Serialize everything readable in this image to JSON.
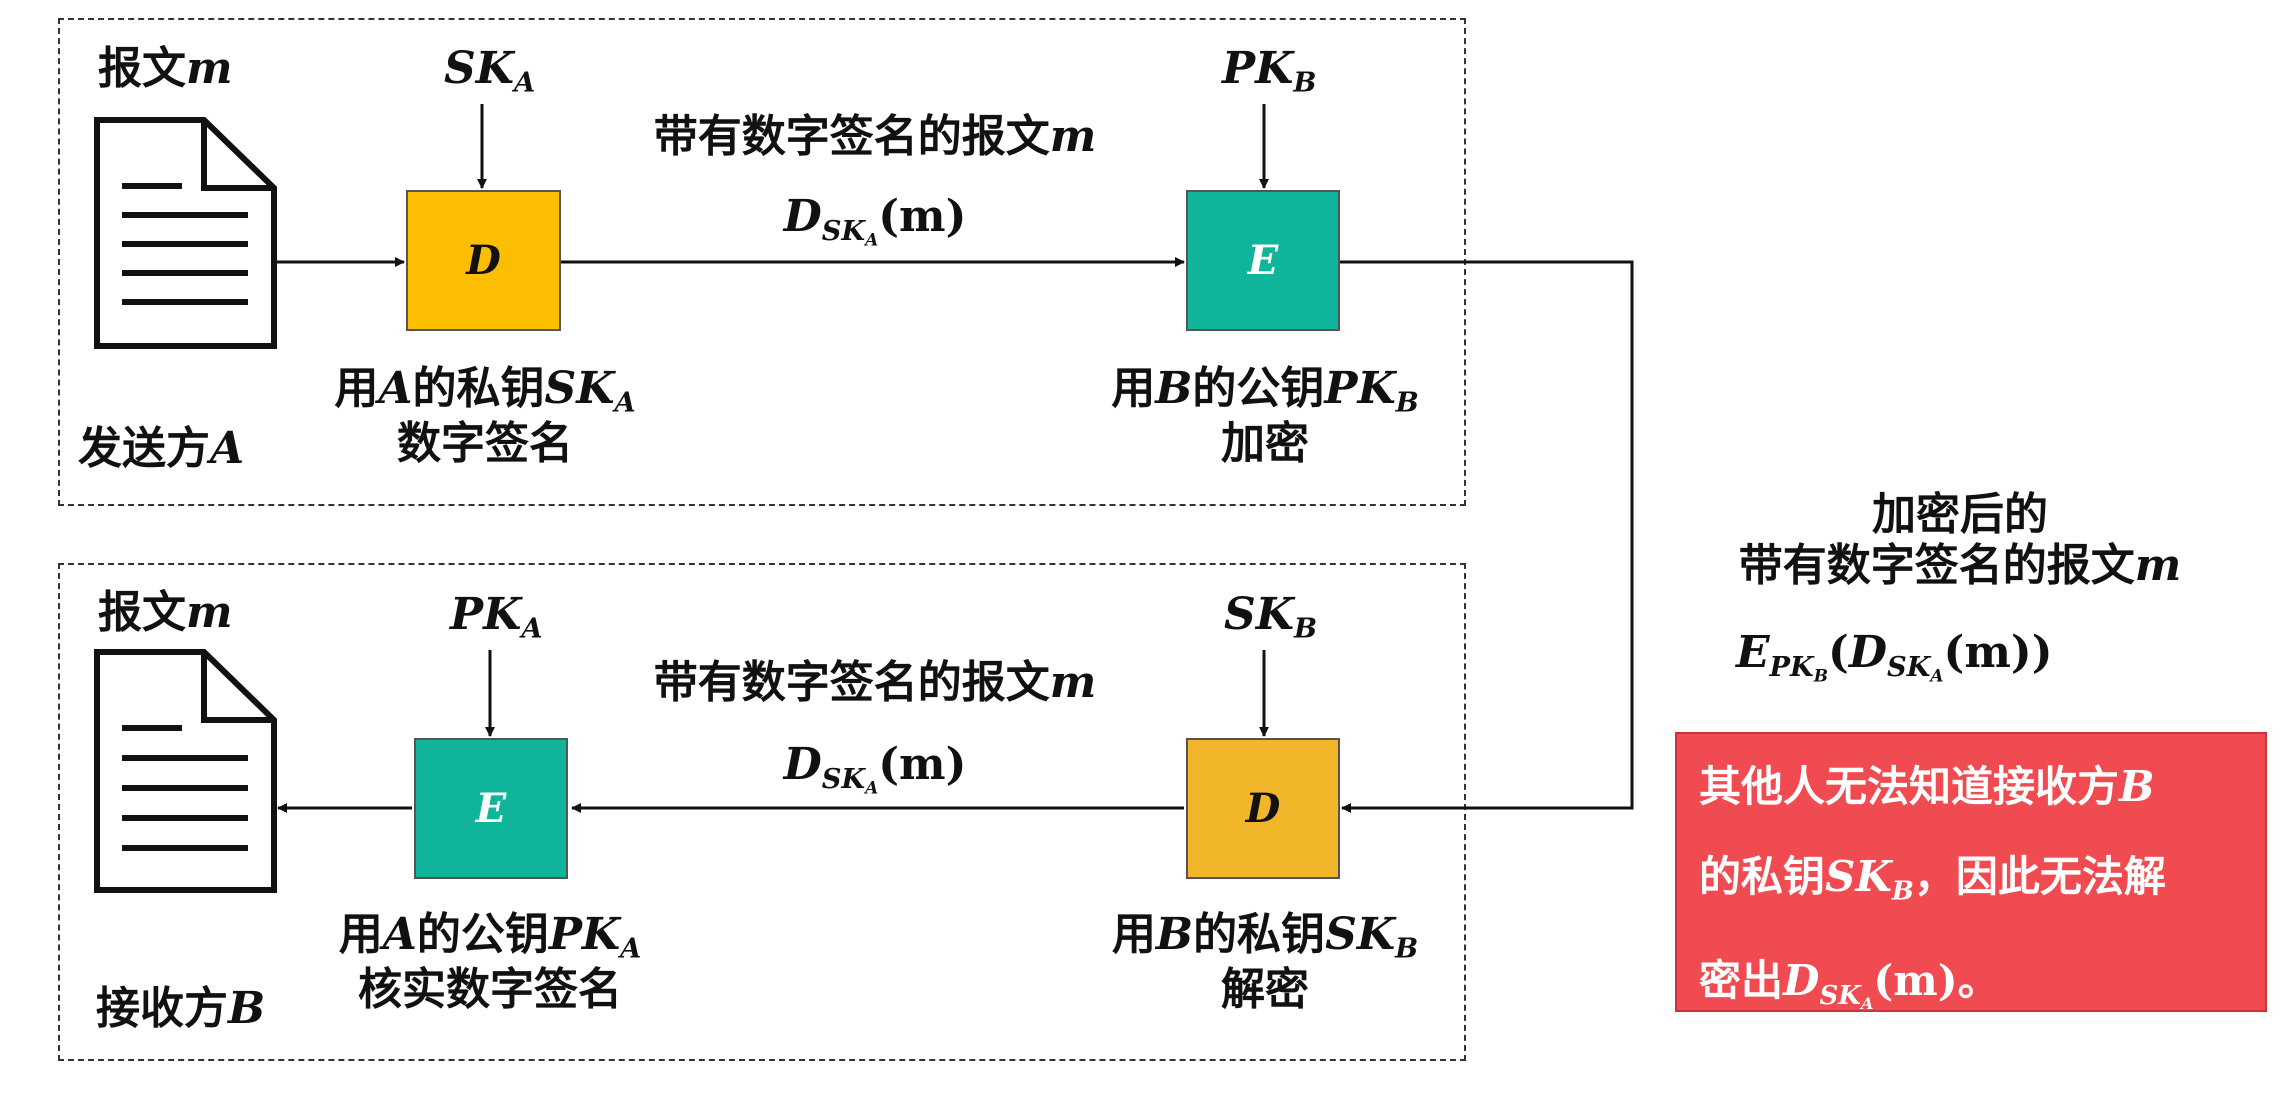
{
  "sender": {
    "doc_label": "报文",
    "doc_var": "m",
    "zone_label": "发送方",
    "zone_var": "A",
    "key_sign": {
      "main": "SK",
      "sub": "A"
    },
    "key_encrypt": {
      "main": "PK",
      "sub": "B"
    },
    "box_sign": "D",
    "box_encrypt": "E",
    "caption_sign": {
      "prefix": "用",
      "party": "A",
      "middle": "的私钥",
      "key": "SK",
      "key_sub": "A",
      "line2": "数字签名"
    },
    "caption_encrypt": {
      "prefix": "用",
      "party": "B",
      "middle": "的公钥",
      "key": "PK",
      "key_sub": "B",
      "line2": "加密"
    },
    "arrow_label": {
      "text": "带有数字签名的报文",
      "var": "m"
    },
    "arrow_formula": {
      "D": "D",
      "sk": "SK",
      "sk_sub": "A",
      "arg": "(m)"
    }
  },
  "receiver": {
    "doc_label": "报文",
    "doc_var": "m",
    "zone_label": "接收方",
    "zone_var": "B",
    "key_verify": {
      "main": "PK",
      "sub": "A"
    },
    "key_decrypt": {
      "main": "SK",
      "sub": "B"
    },
    "box_verify": "E",
    "box_decrypt": "D",
    "caption_verify": {
      "prefix": "用",
      "party": "A",
      "middle": "的公钥",
      "key": "PK",
      "key_sub": "A",
      "line2": "核实数字签名"
    },
    "caption_decrypt": {
      "prefix": "用",
      "party": "B",
      "middle": "的私钥",
      "key": "SK",
      "key_sub": "B",
      "line2": "解密"
    },
    "arrow_label": {
      "text": "带有数字签名的报文",
      "var": "m"
    },
    "arrow_formula": {
      "D": "D",
      "sk": "SK",
      "sk_sub": "A",
      "arg": "(m)"
    }
  },
  "channel": {
    "line1": "加密后的",
    "line2_text": "带有数字签名的报文",
    "line2_var": "m",
    "formula": {
      "E": "E",
      "pk": "PK",
      "pk_sub": "B",
      "open": "(",
      "D": "D",
      "sk": "SK",
      "sk_sub": "A",
      "arg": "(m))"
    }
  },
  "note": {
    "l1_text": "其他人无法知道接收方",
    "l1_var": "B",
    "l2_pre": "的私钥",
    "l2_key": "SK",
    "l2_key_sub": "B",
    "l2_post": "，因此无法解",
    "l3_pre": "密出",
    "l3_D": "D",
    "l3_sk": "SK",
    "l3_sk_sub": "A",
    "l3_arg": "(m)",
    "l3_post": "。"
  },
  "colors": {
    "decrypt_box": "#FDBD00",
    "encrypt_box": "#10B49B",
    "note_bg": "#F14B52"
  }
}
